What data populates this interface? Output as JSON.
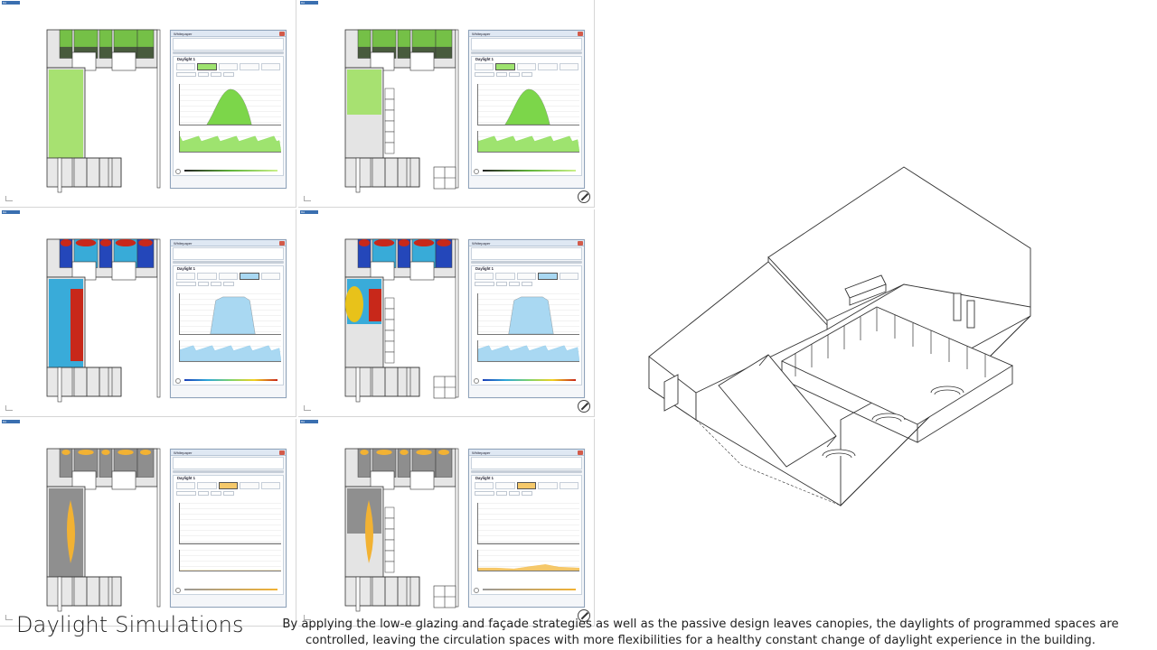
{
  "panels": [
    {
      "tag": "DA ANALYSIS",
      "window_title": "Whitepaper",
      "section": "Daylight 1",
      "mode": "green",
      "highlight": 1
    },
    {
      "tag": "DA ANALYSIS",
      "window_title": "Whitepaper",
      "section": "Daylight 1",
      "mode": "green",
      "highlight": 1
    },
    {
      "tag": "DA ANALYSIS",
      "window_title": "Whitepaper",
      "section": "Daylight 1",
      "mode": "jet",
      "highlight": 3
    },
    {
      "tag": "DA ANALYSIS",
      "window_title": "Whitepaper",
      "section": "Daylight 1",
      "mode": "jet",
      "highlight": 3
    },
    {
      "tag": "DA ANALYSIS",
      "window_title": "Whitepaper",
      "section": "Daylight 1",
      "mode": "orange",
      "highlight": 2
    },
    {
      "tag": "DA ANALYSIS",
      "window_title": "Whitepaper",
      "section": "Daylight 1",
      "mode": "orange",
      "highlight": 2
    }
  ],
  "colors": {
    "green": "#7cd64a",
    "blue_fill": "#9fd3ef",
    "orange": "#f2b233",
    "panel_border": "#d6d6d6",
    "accent": "#3a6fb0"
  },
  "caption": {
    "title": "Daylight Simulations",
    "body": "By applying the low-e glazing and façade strategies as well as the passive design leaves canopies, the daylights of programmed spaces are controlled, leaving the circulation spaces with more flexibilities for a healthy constant change of daylight experience in the building."
  }
}
